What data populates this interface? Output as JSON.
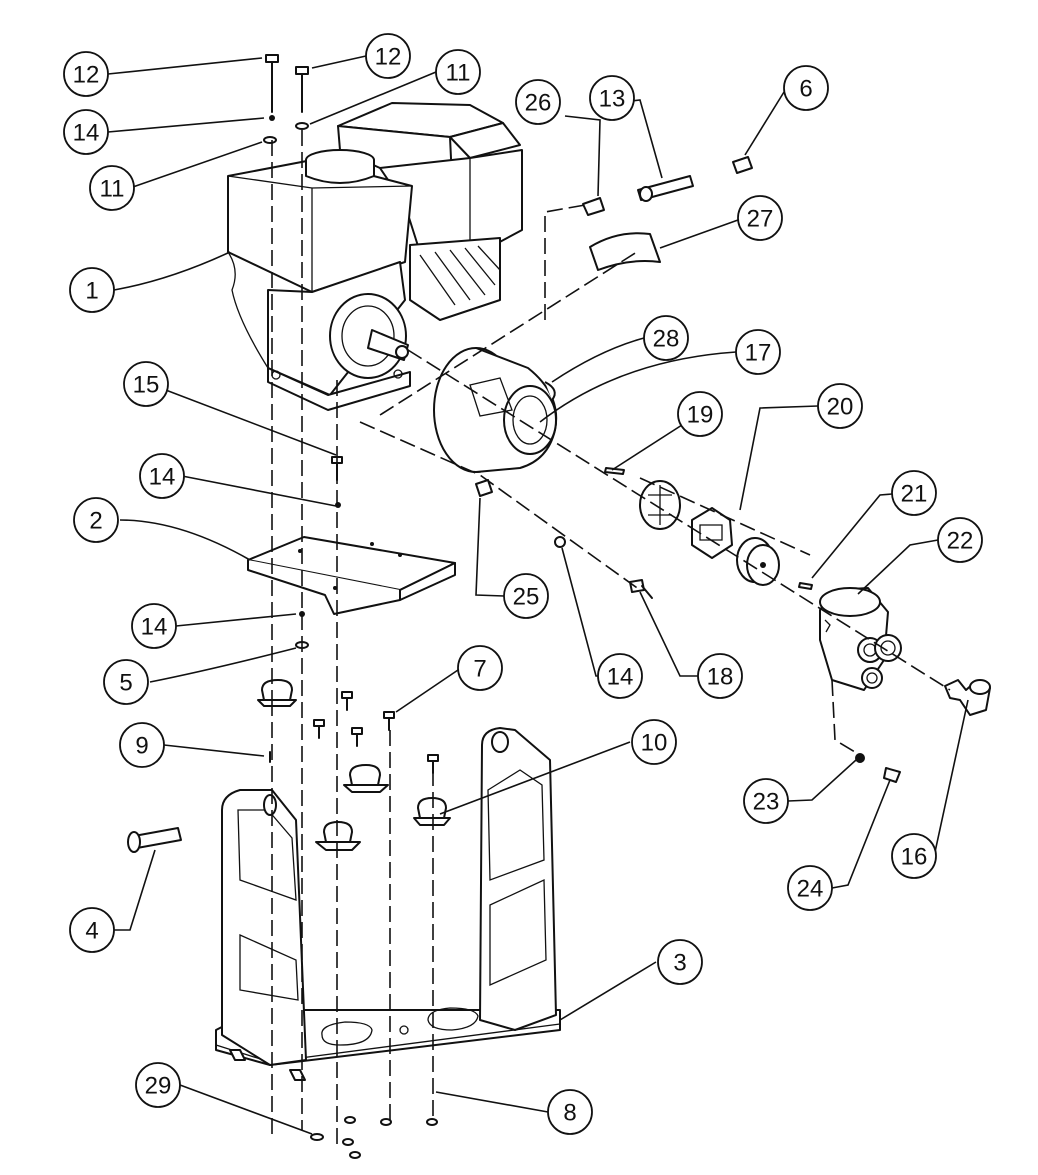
{
  "callouts": [
    {
      "id": "c12a",
      "label": "12"
    },
    {
      "id": "c12b",
      "label": "12"
    },
    {
      "id": "c14a",
      "label": "14"
    },
    {
      "id": "c11a",
      "label": "11"
    },
    {
      "id": "c11b",
      "label": "11"
    },
    {
      "id": "c1",
      "label": "1"
    },
    {
      "id": "c26",
      "label": "26"
    },
    {
      "id": "c13",
      "label": "13"
    },
    {
      "id": "c6",
      "label": "6"
    },
    {
      "id": "c27",
      "label": "27"
    },
    {
      "id": "c28",
      "label": "28"
    },
    {
      "id": "c17",
      "label": "17"
    },
    {
      "id": "c15",
      "label": "15"
    },
    {
      "id": "c14b",
      "label": "14"
    },
    {
      "id": "c19",
      "label": "19"
    },
    {
      "id": "c20",
      "label": "20"
    },
    {
      "id": "c2",
      "label": "2"
    },
    {
      "id": "c21",
      "label": "21"
    },
    {
      "id": "c22",
      "label": "22"
    },
    {
      "id": "c25",
      "label": "25"
    },
    {
      "id": "c14c",
      "label": "14"
    },
    {
      "id": "c14d",
      "label": "14"
    },
    {
      "id": "c5",
      "label": "5"
    },
    {
      "id": "c18",
      "label": "18"
    },
    {
      "id": "c7",
      "label": "7"
    },
    {
      "id": "c9",
      "label": "9"
    },
    {
      "id": "c10",
      "label": "10"
    },
    {
      "id": "c23",
      "label": "23"
    },
    {
      "id": "c16",
      "label": "16"
    },
    {
      "id": "c24",
      "label": "24"
    },
    {
      "id": "c4",
      "label": "4"
    },
    {
      "id": "c3",
      "label": "3"
    },
    {
      "id": "c29",
      "label": "29"
    },
    {
      "id": "c8",
      "label": "8"
    }
  ]
}
